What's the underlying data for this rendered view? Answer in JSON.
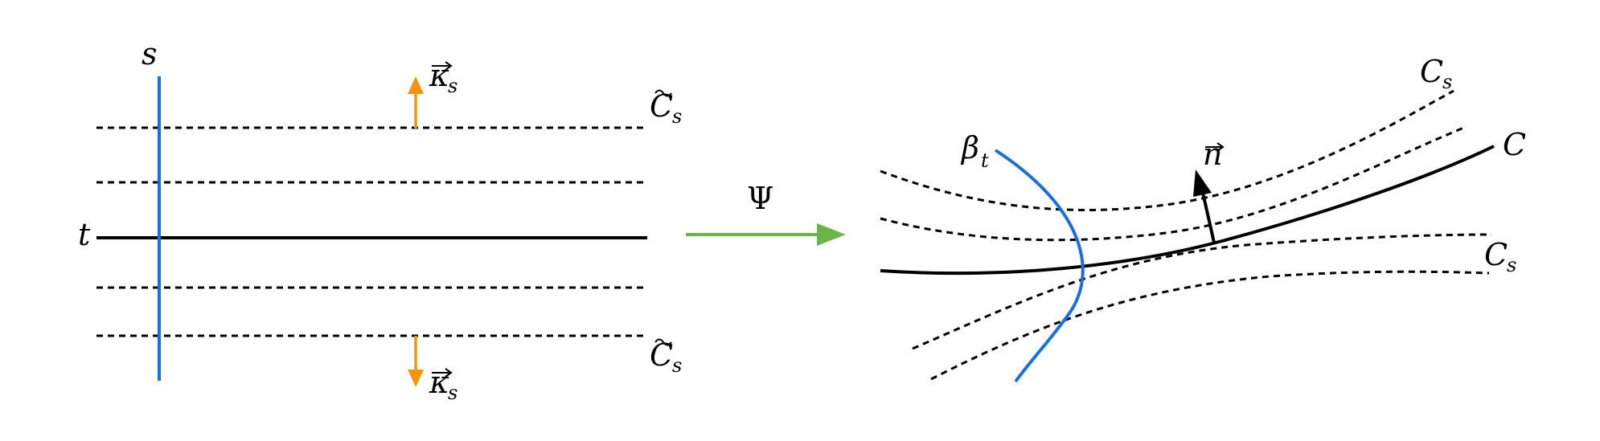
{
  "colors": {
    "black": "#000000",
    "blue": "#1a6fe0",
    "orange": "#f5950f",
    "green": "#6ab54a"
  },
  "left": {
    "label_s": "s",
    "label_t": "t",
    "kappa_top": {
      "main": "κ",
      "sub": "s"
    },
    "kappa_bottom": {
      "main": "κ",
      "sub": "s"
    },
    "ctilde_top": {
      "main": "C",
      "sub": "s"
    },
    "ctilde_bottom": {
      "main": "C",
      "sub": "s"
    }
  },
  "map": {
    "label": "Ψ"
  },
  "right": {
    "beta": {
      "main": "β",
      "sub": "t"
    },
    "normal": {
      "main": "n"
    },
    "c_main": {
      "main": "C"
    },
    "cs_top": {
      "main": "C",
      "sub": "s"
    },
    "cs_right": {
      "main": "C",
      "sub": "s"
    }
  }
}
